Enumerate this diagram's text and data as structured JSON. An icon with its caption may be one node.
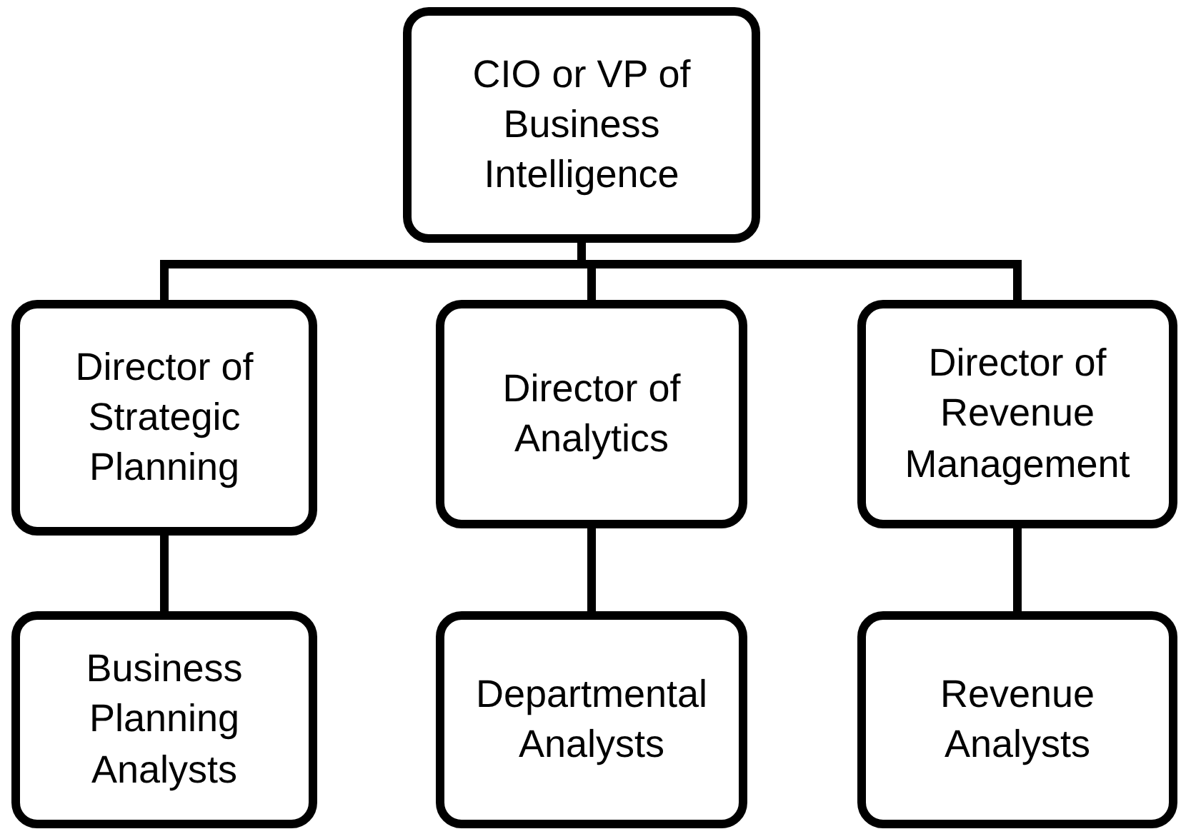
{
  "diagram": {
    "nodes": [
      {
        "text": [
          "CIO or VP of Business Intelligence"
        ]
      },
      {
        "text": [
          "Director of Strategic Planning"
        ]
      },
      {
        "text": [
          "Director of Analytics"
        ]
      },
      {
        "text": [
          "Director of Revenue Management"
        ]
      },
      {
        "text": [
          "Business Planning Analysts"
        ]
      },
      {
        "text": [
          "Departmental Analysts"
        ]
      },
      {
        "text": [
          "Revenue Analysts"
        ]
      }
    ],
    "edges": [
      {
        "from": 0,
        "to": 1,
        "arrow": "none"
      },
      {
        "from": 0,
        "to": 2,
        "arrow": "none"
      },
      {
        "from": 0,
        "to": 3,
        "arrow": "none"
      },
      {
        "from": 1,
        "to": 4,
        "arrow": "none"
      },
      {
        "from": 2,
        "to": 5,
        "arrow": "none"
      },
      {
        "from": 3,
        "to": 6,
        "arrow": "none"
      }
    ]
  }
}
